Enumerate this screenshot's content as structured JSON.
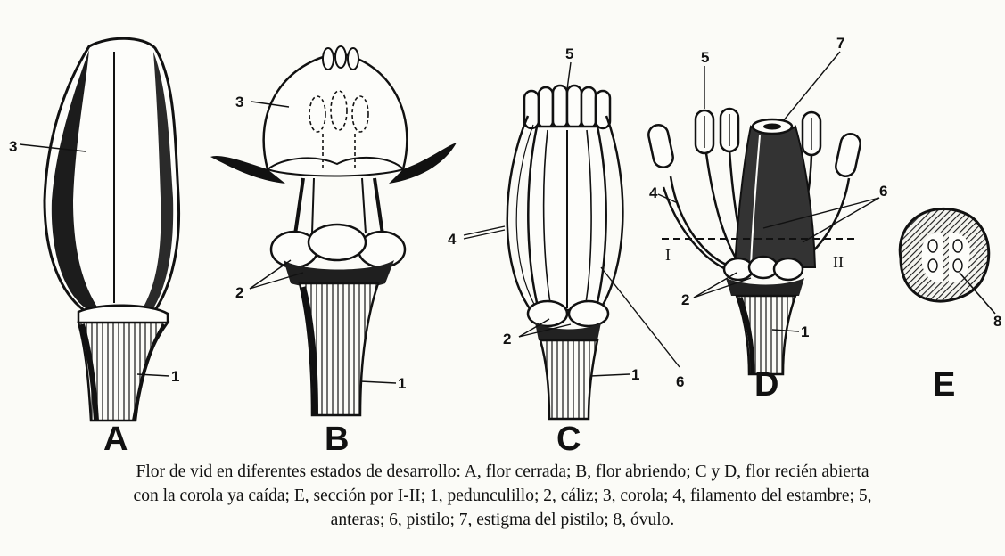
{
  "figure": {
    "panels": [
      {
        "letter": "A",
        "labels": {
          "corola": "3",
          "pedunculillo": "1"
        }
      },
      {
        "letter": "B",
        "labels": {
          "corola": "3",
          "caliz": "2",
          "pedunculillo": "1"
        }
      },
      {
        "letter": "C",
        "labels": {
          "anteras": "5",
          "filamento": "4",
          "caliz": "2",
          "pistilo": "6",
          "pedunculillo": "1"
        }
      },
      {
        "letter": "D",
        "labels": {
          "anteras": "5",
          "estigma": "7",
          "filamento": "4",
          "pistilo": "6",
          "caliz": "2",
          "pedunculillo": "1",
          "section_left": "I",
          "section_right": "II"
        }
      },
      {
        "letter": "E",
        "labels": {
          "ovulo": "8"
        }
      }
    ],
    "caption_lines": [
      "Flor de vid en diferentes estados de desarrollo: A, flor cerrada; B, flor abriendo; C y D, flor recién abierta",
      "con la corola ya caída; E, sección por I-II; 1, pedunculillo; 2, cáliz; 3, corola; 4, filamento del estambre; 5,",
      "anteras; 6, pistilo; 7, estigma del pistilo; 8, óvulo."
    ]
  }
}
